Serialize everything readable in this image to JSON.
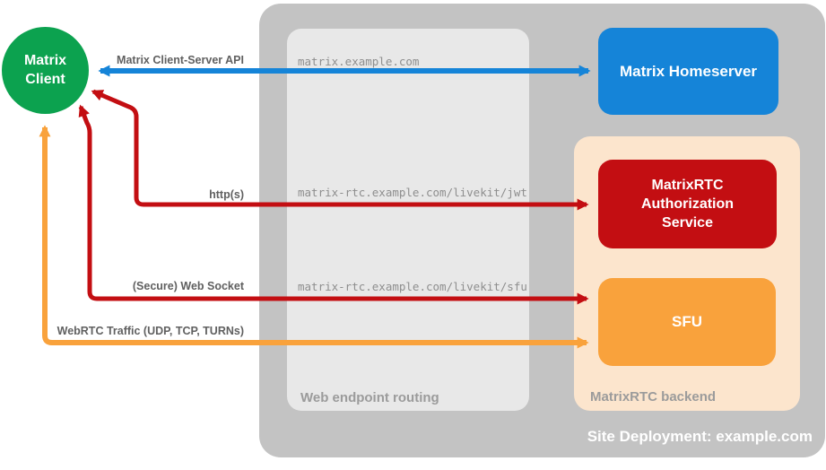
{
  "colors": {
    "client_green": "#0CA24F",
    "homeserver_blue": "#1584D8",
    "auth_red": "#C30E12",
    "sfu_orange": "#F9A23C",
    "backend_peach": "#FCE5CD",
    "site_gray": "#C3C3C3",
    "routing_gray": "#E8E8E8"
  },
  "client": {
    "line1": "Matrix",
    "line2": "Client"
  },
  "homeserver": {
    "label": "Matrix Homeserver"
  },
  "auth_service": {
    "line1": "MatrixRTC",
    "line2": "Authorization",
    "line3": "Service"
  },
  "sfu": {
    "label": "SFU"
  },
  "routing": {
    "label": "Web endpoint routing",
    "endpoints": {
      "homeserver": "matrix.example.com",
      "jwt": "matrix-rtc.example.com/livekit/jwt",
      "sfu": "matrix-rtc.example.com/livekit/sfu"
    }
  },
  "backend": {
    "label": "MatrixRTC backend"
  },
  "site": {
    "label": "Site Deployment: example.com"
  },
  "arrows": {
    "client_server_api": {
      "label": "Matrix Client-Server API"
    },
    "http": {
      "label": "http(s)"
    },
    "websocket": {
      "label": "(Secure) Web Socket"
    },
    "webrtc": {
      "label": "WebRTC Traffic (UDP, TCP, TURNs)"
    }
  }
}
